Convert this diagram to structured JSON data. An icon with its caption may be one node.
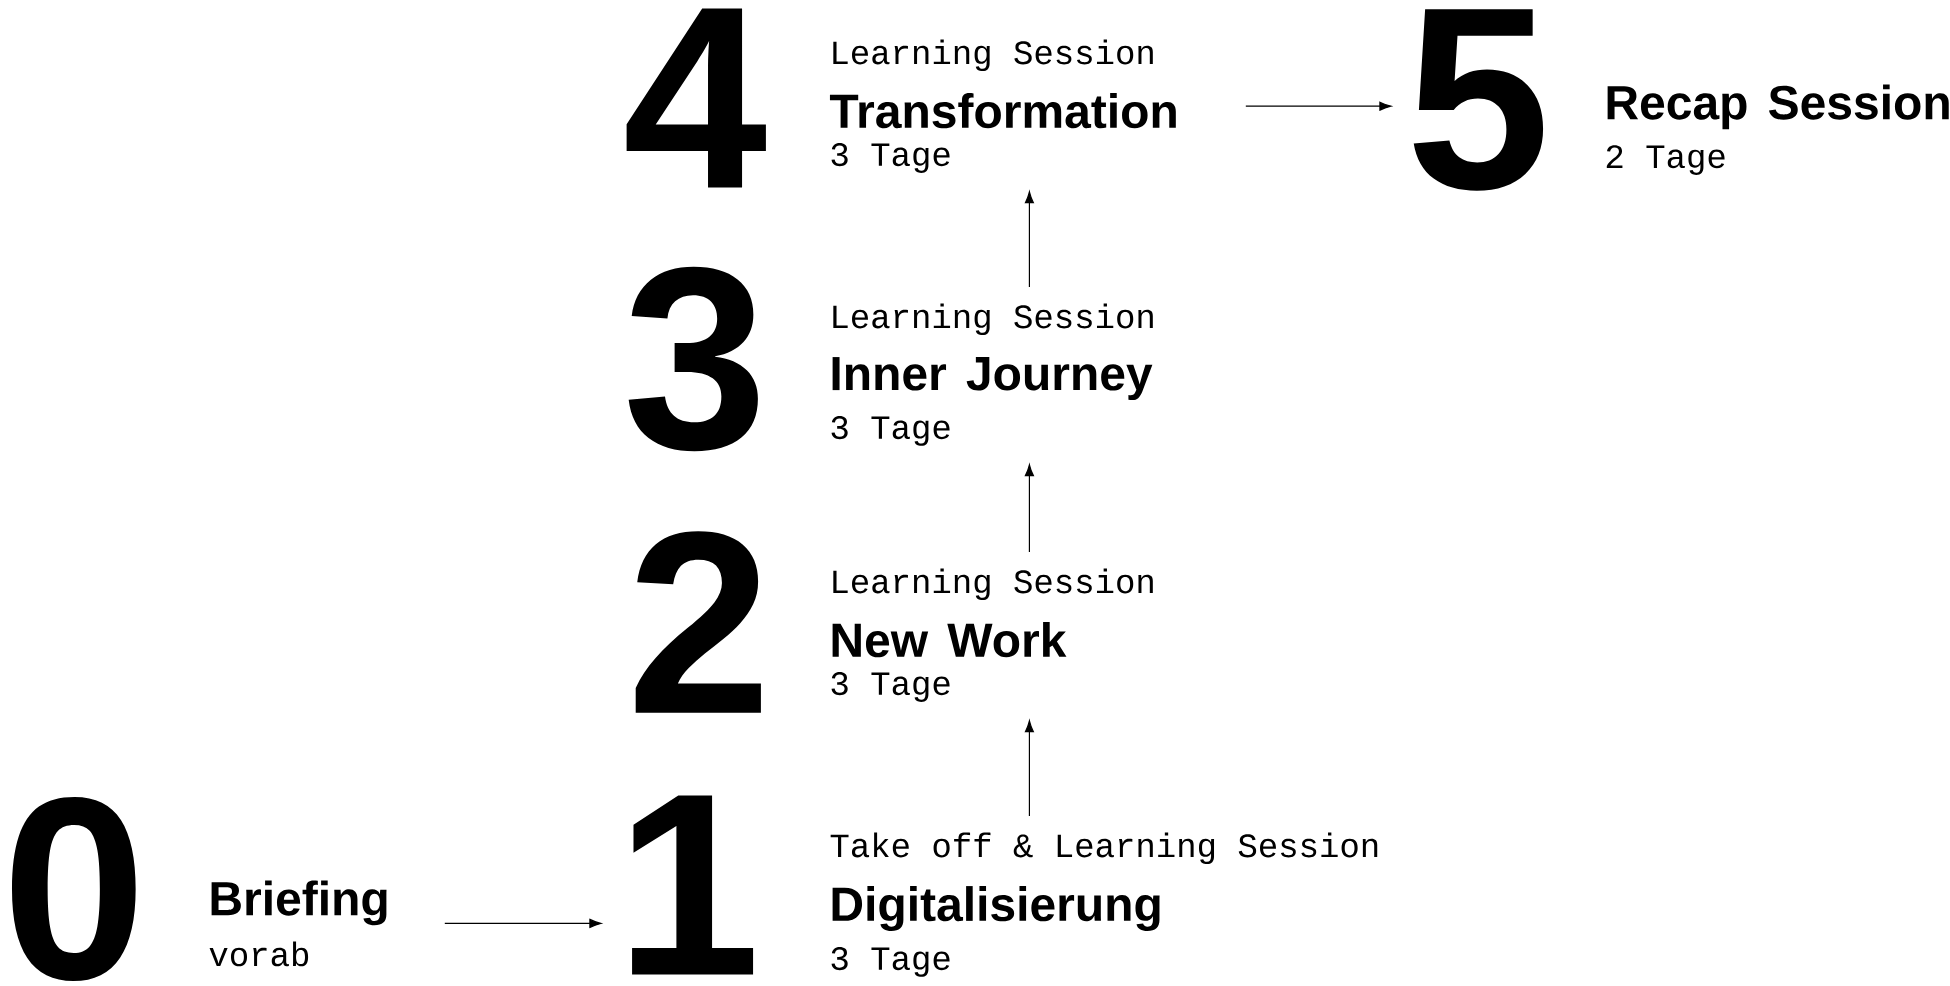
{
  "diagram": {
    "nodes": [
      {
        "text": [
          "4"
        ]
      },
      {
        "text": [
          "Learning Session",
          "Transformation",
          "3 Tage"
        ]
      },
      {
        "text": [
          "5"
        ]
      },
      {
        "text": [
          "Recap Session",
          "2 Tage"
        ]
      },
      {
        "text": [
          "3"
        ]
      },
      {
        "text": [
          "Learning Session",
          "Inner Journey",
          "3 Tage"
        ]
      },
      {
        "text": [
          "2"
        ]
      },
      {
        "text": [
          "Learning Session",
          "New Work",
          "3 Tage"
        ]
      },
      {
        "text": [
          "0"
        ]
      },
      {
        "text": [
          "Briefing",
          "vorab"
        ]
      },
      {
        "text": [
          "1"
        ]
      },
      {
        "text": [
          "Take off & Learning Session",
          "Digitalisierung",
          "3 Tage"
        ]
      }
    ],
    "edges": [
      {
        "from": 9,
        "to": 10,
        "arrow": "to"
      },
      {
        "from": 11,
        "to": 7,
        "arrow": "to"
      },
      {
        "from": 7,
        "to": 5,
        "arrow": "to"
      },
      {
        "from": 5,
        "to": 1,
        "arrow": "to"
      },
      {
        "from": 1,
        "to": 2,
        "arrow": "to"
      }
    ]
  }
}
